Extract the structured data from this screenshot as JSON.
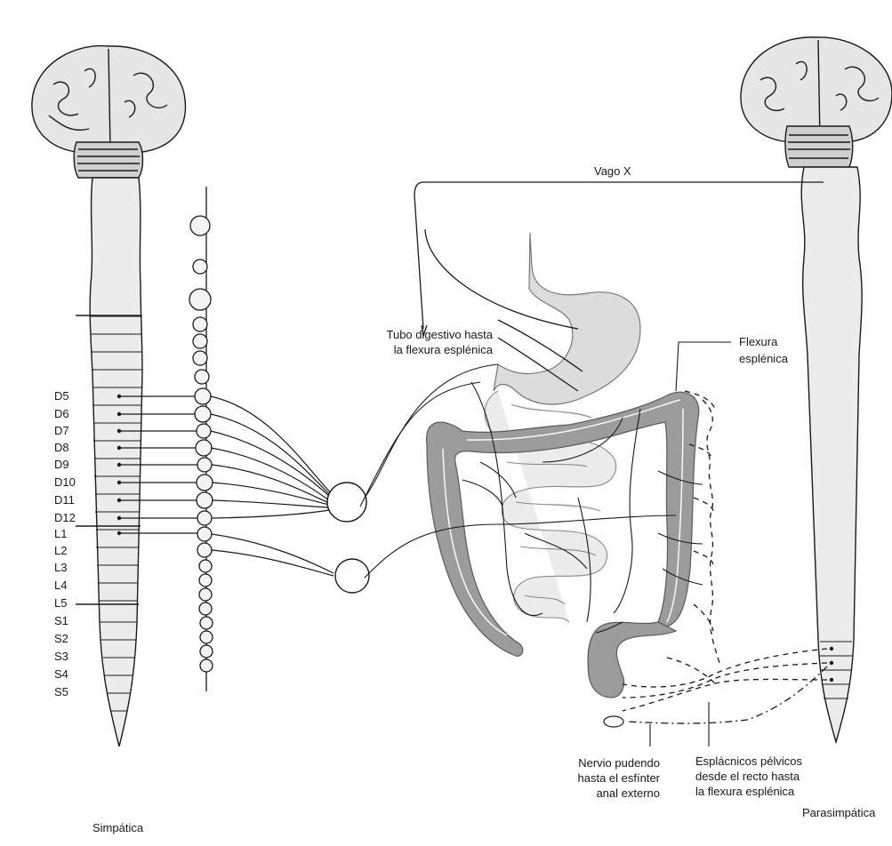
{
  "labels": {
    "vagus": "Vago X",
    "digestive_tube_line1": "Tubo digestivo hasta",
    "digestive_tube_line2": "la flexura esplénica",
    "flexure_line1": "Flexura",
    "flexure_line2": "esplénica",
    "pudendal_line1": "Nervio pudendo",
    "pudendal_line2": "hasta  el esfínter",
    "pudendal_line3": "anal externo",
    "pelvic_line1": "Esplácnicos pélvicos",
    "pelvic_line2": "desde el recto hasta",
    "pelvic_line3": "la flexura esplénica",
    "sympathetic": "Simpática",
    "parasympathetic": "Parasimpática"
  },
  "segments": [
    "D5",
    "D6",
    "D7",
    "D8",
    "D9",
    "D10",
    "D11",
    "D12",
    "L1",
    "L2",
    "L3",
    "L4",
    "L5",
    "S1",
    "S2",
    "S3",
    "S4",
    "S5"
  ],
  "colors": {
    "line": "#1a1a1a",
    "cord_fill": "#ececec",
    "brain_fill": "#e6e6e6",
    "colon_fill": "#9c9c9c",
    "stomach_fill": "#d9d9d9",
    "intestine_fill": "#e8e8e8"
  }
}
